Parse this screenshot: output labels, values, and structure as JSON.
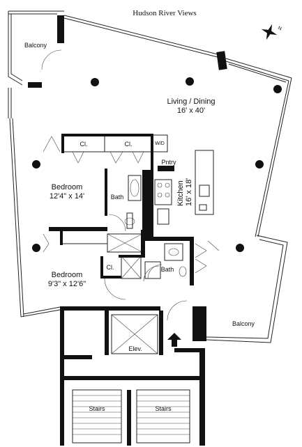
{
  "title": "Hudson River Views",
  "compass": {
    "north_label": "N",
    "icon": "compass-icon"
  },
  "rooms": {
    "balcony_nw": {
      "name": "Balcony"
    },
    "living_dining": {
      "name": "Living / Dining",
      "dims": "16' x 40'"
    },
    "closet_1": {
      "name": "Cl."
    },
    "closet_2": {
      "name": "Cl."
    },
    "washer_dryer": {
      "name": "W/D"
    },
    "pantry": {
      "name": "Pntry"
    },
    "kitchen": {
      "name": "Kitchen",
      "dims": "16' x 18'"
    },
    "bedroom_1": {
      "name": "Bedroom",
      "dims": "12'4\" x 14'"
    },
    "bath_1": {
      "name": "Bath"
    },
    "bedroom_2": {
      "name": "Bedroom",
      "dims": "9'3\" x 12'6\""
    },
    "closet_3": {
      "name": "Cl."
    },
    "bath_2": {
      "name": "Bath"
    },
    "balcony_se": {
      "name": "Balcony"
    },
    "elevator": {
      "name": "Elev."
    },
    "stairs_1": {
      "name": "Stairs"
    },
    "stairs_2": {
      "name": "Stairs"
    }
  }
}
